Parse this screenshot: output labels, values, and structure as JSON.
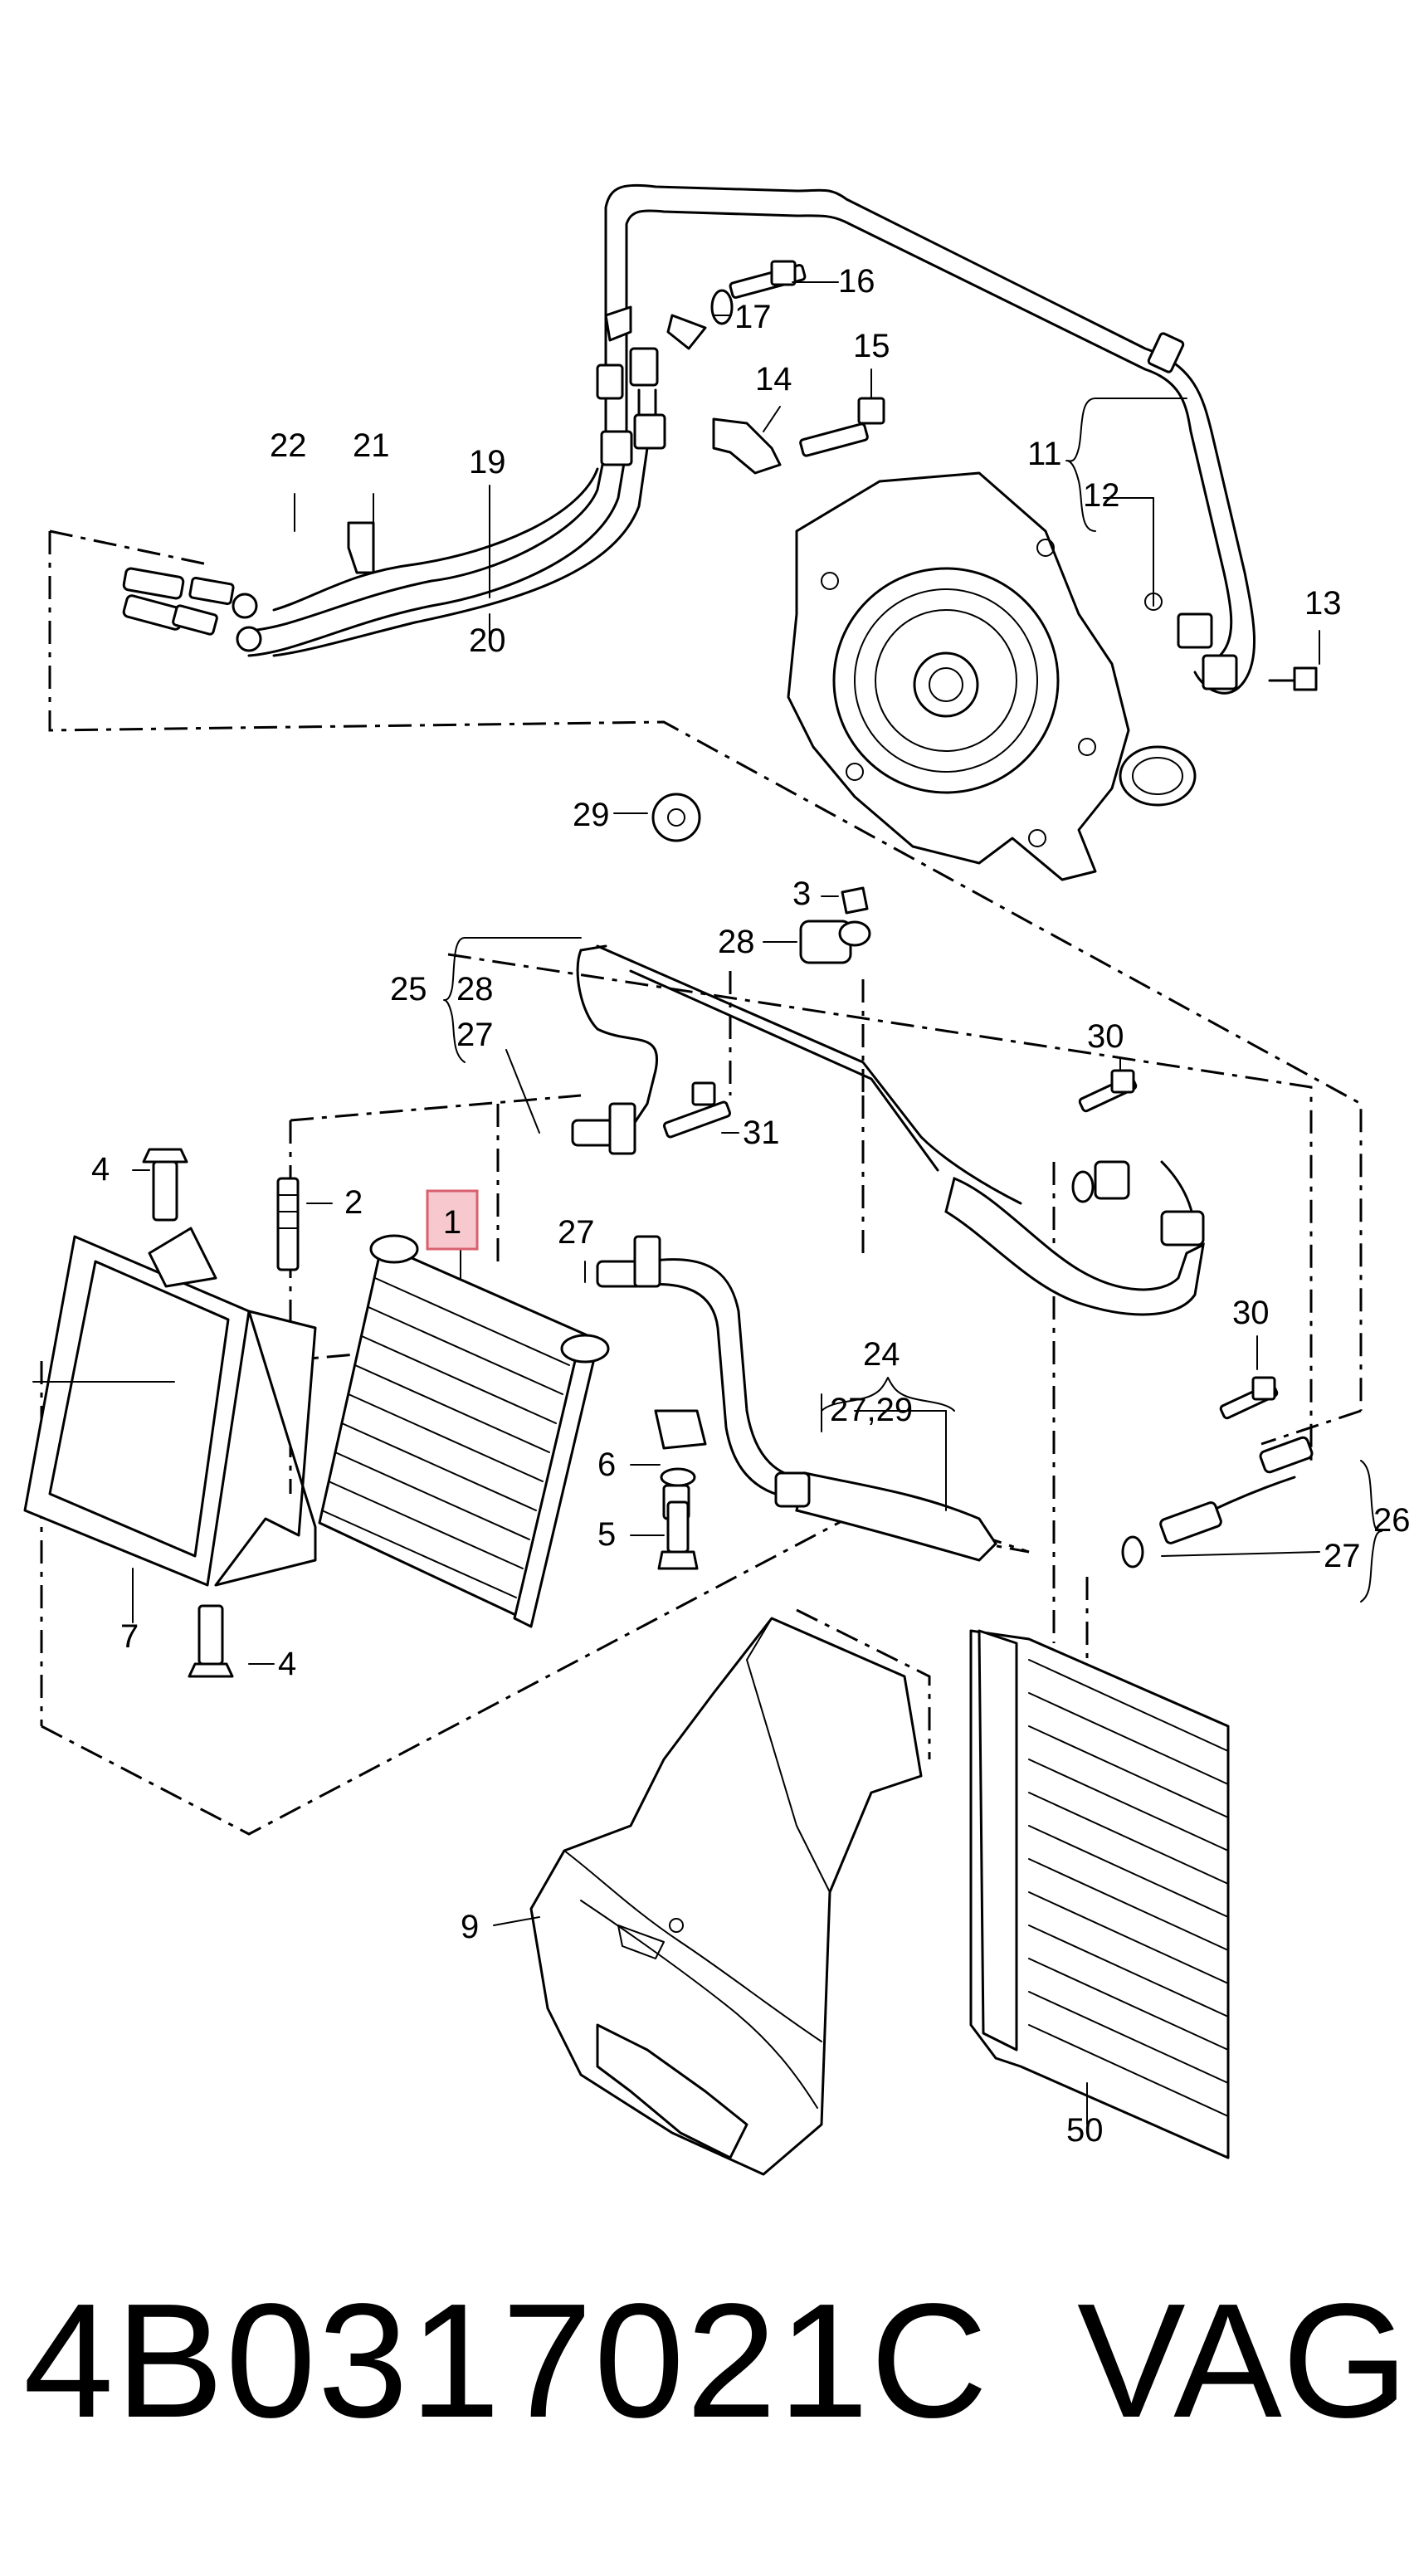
{
  "callouts": {
    "c1": "1",
    "c2": "2",
    "c3": "3",
    "c4a": "4",
    "c4b": "4",
    "c5": "5",
    "c6": "6",
    "c7": "7",
    "c9": "9",
    "c11": "11",
    "c12": "12",
    "c13": "13",
    "c14": "14",
    "c15": "15",
    "c16": "16",
    "c17": "17",
    "c19": "19",
    "c20": "20",
    "c21": "21",
    "c22": "22",
    "c24": "24",
    "c24sub": "27,29",
    "c25": "25",
    "c28a": "28",
    "c28b": "28",
    "c27a": "27",
    "c27b": "27",
    "c27c": "27",
    "c26": "26",
    "c29": "29",
    "c30a": "30",
    "c30b": "30",
    "c31": "31",
    "c50": "50"
  },
  "highlighted_part": "1",
  "footer": {
    "part_number": "4B0317021C",
    "brand": "VAG"
  },
  "colors": {
    "line": "#000000",
    "highlight_fill": "#f7c9cf",
    "highlight_stroke": "#d9606e",
    "background": "#ffffff"
  }
}
